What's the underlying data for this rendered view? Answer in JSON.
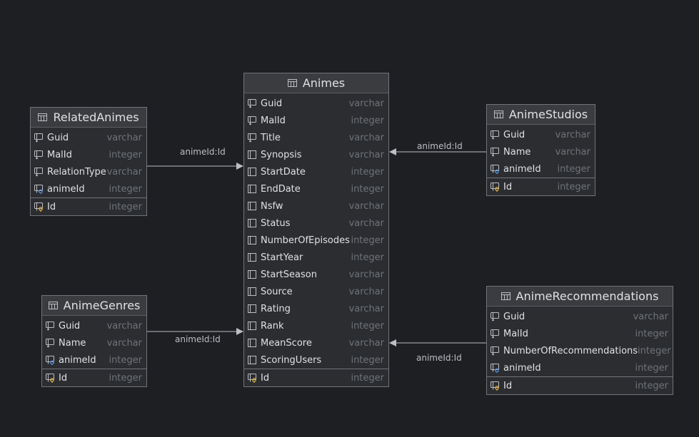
{
  "colors": {
    "background": "#1e1f22",
    "table_bg": "#2b2d30",
    "header_bg": "#3a3c40",
    "border": "#6f737a",
    "text": "#dfe1e5",
    "type_text": "#6f737a",
    "fk_icon": "#4f8bd6",
    "pk_icon": "#d6a73b"
  },
  "tables": {
    "animes": {
      "name": "Animes",
      "columns": [
        {
          "name": "Guid",
          "type": "varchar",
          "icon": "column-not-null-icon"
        },
        {
          "name": "MalId",
          "type": "integer",
          "icon": "column-not-null-icon"
        },
        {
          "name": "Title",
          "type": "varchar",
          "icon": "column-not-null-icon"
        },
        {
          "name": "Synopsis",
          "type": "varchar",
          "icon": "column-icon"
        },
        {
          "name": "StartDate",
          "type": "integer",
          "icon": "column-icon"
        },
        {
          "name": "EndDate",
          "type": "integer",
          "icon": "column-icon"
        },
        {
          "name": "Nsfw",
          "type": "varchar",
          "icon": "column-icon"
        },
        {
          "name": "Status",
          "type": "varchar",
          "icon": "column-icon"
        },
        {
          "name": "NumberOfEpisodes",
          "type": "integer",
          "icon": "column-icon"
        },
        {
          "name": "StartYear",
          "type": "integer",
          "icon": "column-icon"
        },
        {
          "name": "StartSeason",
          "type": "varchar",
          "icon": "column-icon"
        },
        {
          "name": "Source",
          "type": "varchar",
          "icon": "column-icon"
        },
        {
          "name": "Rating",
          "type": "varchar",
          "icon": "column-icon"
        },
        {
          "name": "Rank",
          "type": "integer",
          "icon": "column-icon"
        },
        {
          "name": "MeanScore",
          "type": "varchar",
          "icon": "column-icon"
        },
        {
          "name": "ScoringUsers",
          "type": "integer",
          "icon": "column-icon"
        }
      ],
      "pk": {
        "name": "Id",
        "type": "integer"
      }
    },
    "related": {
      "name": "RelatedAnimes",
      "columns": [
        {
          "name": "Guid",
          "type": "varchar",
          "icon": "column-not-null-icon"
        },
        {
          "name": "MalId",
          "type": "integer",
          "icon": "column-not-null-icon"
        },
        {
          "name": "RelationType",
          "type": "varchar",
          "icon": "column-not-null-icon"
        },
        {
          "name": "animeId",
          "type": "integer",
          "icon": "foreign-key-icon"
        }
      ],
      "pk": {
        "name": "Id",
        "type": "integer"
      }
    },
    "genres": {
      "name": "AnimeGenres",
      "columns": [
        {
          "name": "Guid",
          "type": "varchar",
          "icon": "column-not-null-icon"
        },
        {
          "name": "Name",
          "type": "varchar",
          "icon": "column-not-null-icon"
        },
        {
          "name": "animeId",
          "type": "integer",
          "icon": "foreign-key-icon"
        }
      ],
      "pk": {
        "name": "Id",
        "type": "integer"
      }
    },
    "studios": {
      "name": "AnimeStudios",
      "columns": [
        {
          "name": "Guid",
          "type": "varchar",
          "icon": "column-not-null-icon"
        },
        {
          "name": "Name",
          "type": "varchar",
          "icon": "column-not-null-icon"
        },
        {
          "name": "animeId",
          "type": "integer",
          "icon": "foreign-key-icon"
        }
      ],
      "pk": {
        "name": "Id",
        "type": "integer"
      }
    },
    "recs": {
      "name": "AnimeRecommendations",
      "columns": [
        {
          "name": "Guid",
          "type": "varchar",
          "icon": "column-not-null-icon"
        },
        {
          "name": "MalId",
          "type": "integer",
          "icon": "column-not-null-icon"
        },
        {
          "name": "NumberOfRecommendations",
          "type": "integer",
          "icon": "column-not-null-icon"
        },
        {
          "name": "animeId",
          "type": "integer",
          "icon": "foreign-key-icon"
        }
      ],
      "pk": {
        "name": "Id",
        "type": "integer"
      }
    }
  },
  "relations": {
    "related_to_animes": "animeId:Id",
    "genres_to_animes": "animeId:Id",
    "studios_to_animes": "animeId:Id",
    "recs_to_animes": "animeId:Id"
  }
}
